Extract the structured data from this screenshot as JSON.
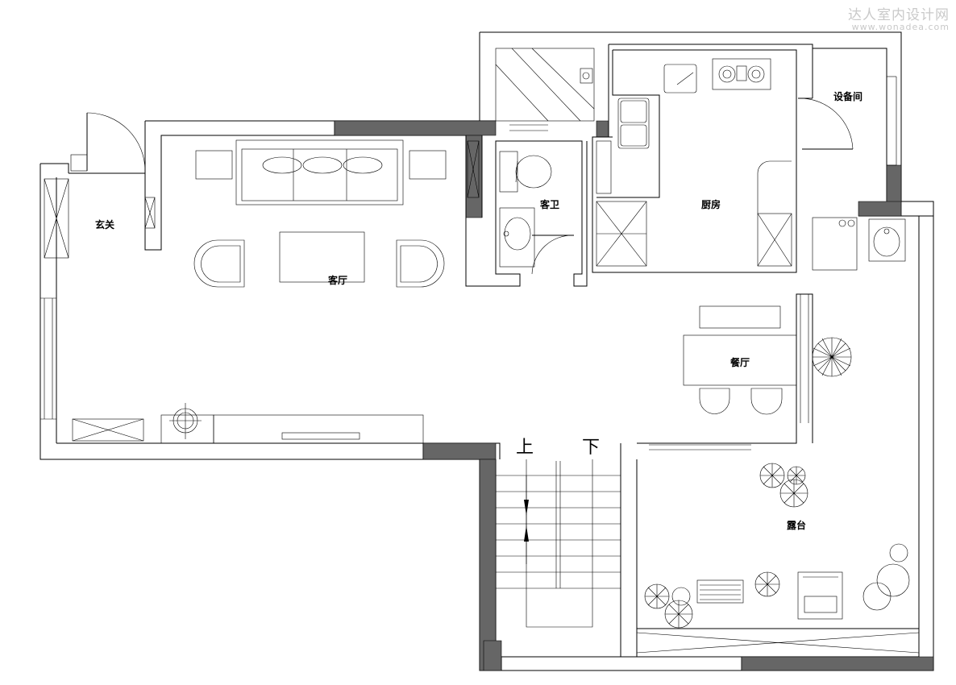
{
  "watermark": {
    "cn": "达人室内设计网",
    "url": "www.wonadea.com"
  },
  "rooms": {
    "entrance": "玄关",
    "living": "客厅",
    "guest_bath": "客卫",
    "kitchen": "厨房",
    "equipment": "设备间",
    "dining": "餐厅",
    "terrace": "露台"
  },
  "stairs": {
    "up": "上",
    "down": "下"
  }
}
